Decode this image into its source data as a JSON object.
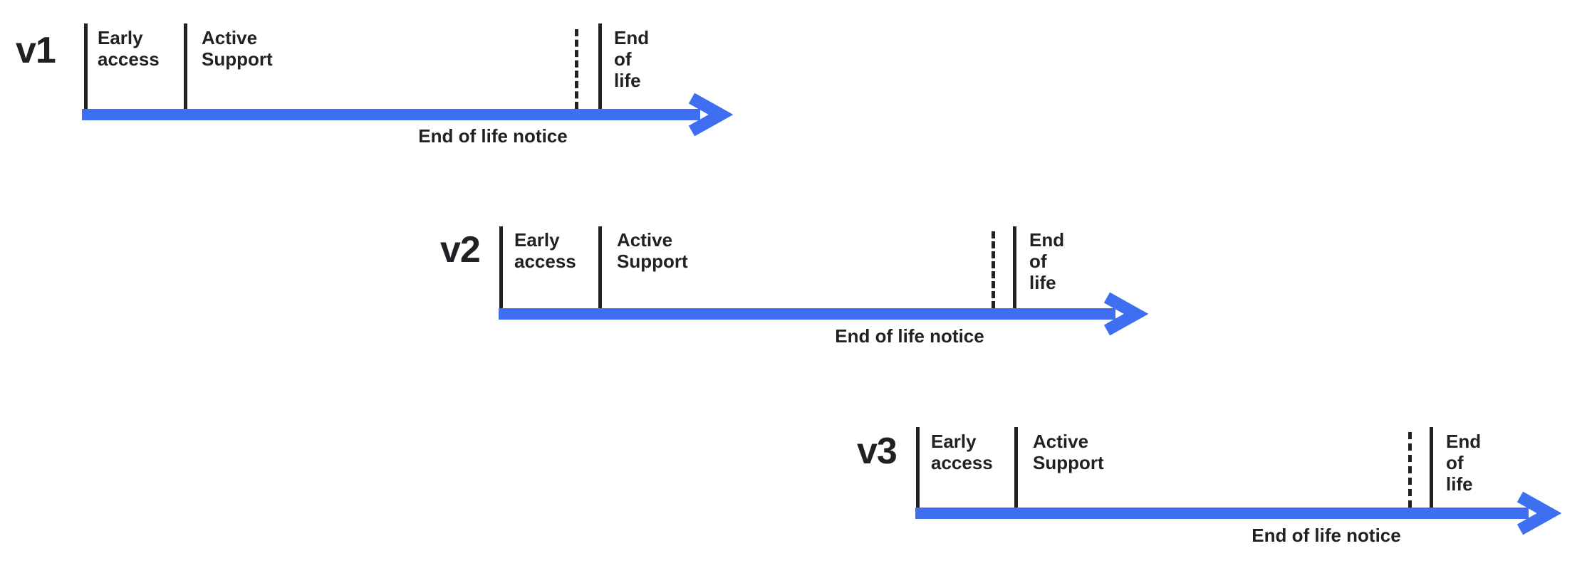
{
  "diagram": {
    "title": "Version lifecycle timeline",
    "colors": {
      "accent": "#3d6ff0",
      "text": "#1f2124",
      "background": "#ffffff"
    },
    "rows": [
      {
        "version_label": "v1",
        "phases": [
          {
            "label": "Early\naccess"
          },
          {
            "label": "Active Support"
          },
          {
            "label": "End of life"
          }
        ],
        "notice_label": "End of life notice"
      },
      {
        "version_label": "v2",
        "phases": [
          {
            "label": "Early\naccess"
          },
          {
            "label": "Active Support"
          },
          {
            "label": "End of life"
          }
        ],
        "notice_label": "End of life notice"
      },
      {
        "version_label": "v3",
        "phases": [
          {
            "label": "Early\naccess"
          },
          {
            "label": "Active Support"
          },
          {
            "label": "End of life"
          }
        ],
        "notice_label": "End of life notice"
      }
    ]
  },
  "chart_data": {
    "type": "bar",
    "title": "Version lifecycle timeline",
    "xlabel": "",
    "ylabel": "",
    "categories": [
      "v1",
      "v2",
      "v3"
    ],
    "series": [
      {
        "name": "Early access",
        "values": [
          140,
          139,
          138
        ]
      },
      {
        "name": "Active Support",
        "values": [
          585,
          585,
          586
        ]
      },
      {
        "name": "End of life notice (dashed marker offset)",
        "values": [
          692,
          692,
          692
        ]
      },
      {
        "name": "End of life",
        "values": [
          172,
          173,
          168
        ]
      }
    ],
    "bars": [
      {
        "category": "v1",
        "start_x": 115,
        "end_x": 1015,
        "y": 153,
        "thickness": 16
      },
      {
        "category": "v2",
        "start_x": 700,
        "end_x": 1598,
        "y": 433,
        "thickness": 16
      },
      {
        "category": "v3",
        "start_x": 1285,
        "end_x": 2178,
        "y": 713,
        "thickness": 16
      }
    ],
    "markers": [
      {
        "category": "v1",
        "type": "solid",
        "x": 118
      },
      {
        "category": "v1",
        "type": "solid",
        "x": 258
      },
      {
        "category": "v1",
        "type": "dashed",
        "x": 807
      },
      {
        "category": "v1",
        "type": "solid",
        "x": 843
      },
      {
        "category": "v2",
        "type": "solid",
        "x": 701
      },
      {
        "category": "v2",
        "type": "solid",
        "x": 840
      },
      {
        "category": "v2",
        "type": "dashed",
        "x": 1392
      },
      {
        "category": "v2",
        "type": "solid",
        "x": 1425
      },
      {
        "category": "v3",
        "type": "solid",
        "x": 1286
      },
      {
        "category": "v3",
        "type": "solid",
        "x": 1424
      },
      {
        "category": "v3",
        "type": "dashed",
        "x": 1977
      },
      {
        "category": "v3",
        "type": "solid",
        "x": 2010
      }
    ],
    "grid": false,
    "legend": "none"
  }
}
